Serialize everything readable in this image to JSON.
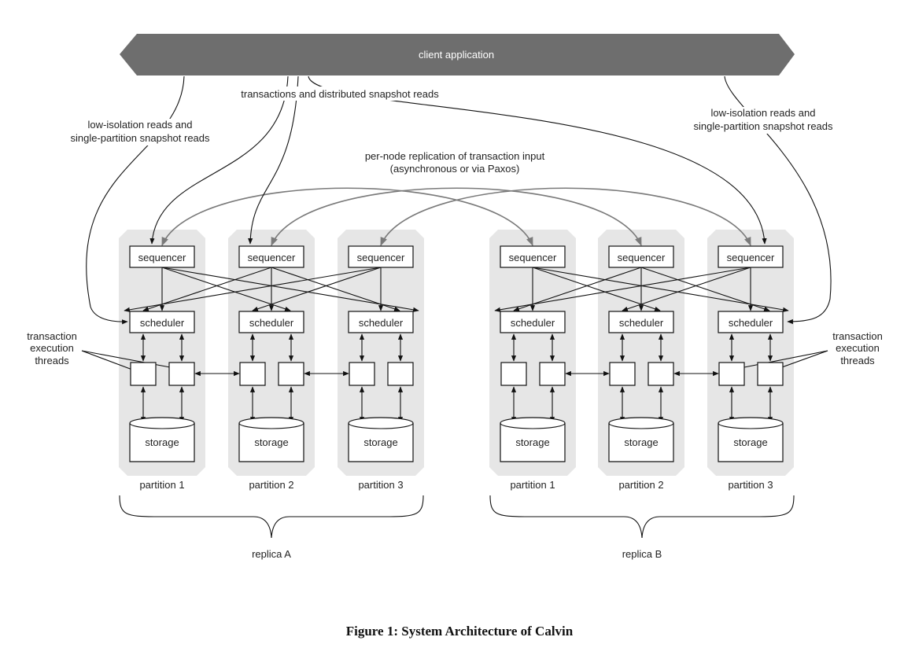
{
  "banner": {
    "label": "client application",
    "color": "#6e6e6e"
  },
  "labels": {
    "txn_reads": "transactions and distributed snapshot reads",
    "low_iso_left": [
      "low-isolation reads and",
      "single-partition snapshot reads"
    ],
    "low_iso_right": [
      "low-isolation reads and",
      "single-partition snapshot reads"
    ],
    "replication": [
      "per-node replication of transaction input",
      "(asynchronous or via Paxos)"
    ],
    "threads_left": [
      "transaction",
      "execution",
      "threads"
    ],
    "threads_right": [
      "transaction",
      "execution",
      "threads"
    ]
  },
  "node": {
    "sequencer": "sequencer",
    "scheduler": "scheduler",
    "storage": "storage"
  },
  "replicas": [
    {
      "name": "replica A",
      "partitions": [
        "partition 1",
        "partition 2",
        "partition 3"
      ]
    },
    {
      "name": "replica B",
      "partitions": [
        "partition 1",
        "partition 2",
        "partition 3"
      ]
    }
  ],
  "caption": "Figure 1: System Architecture of Calvin"
}
